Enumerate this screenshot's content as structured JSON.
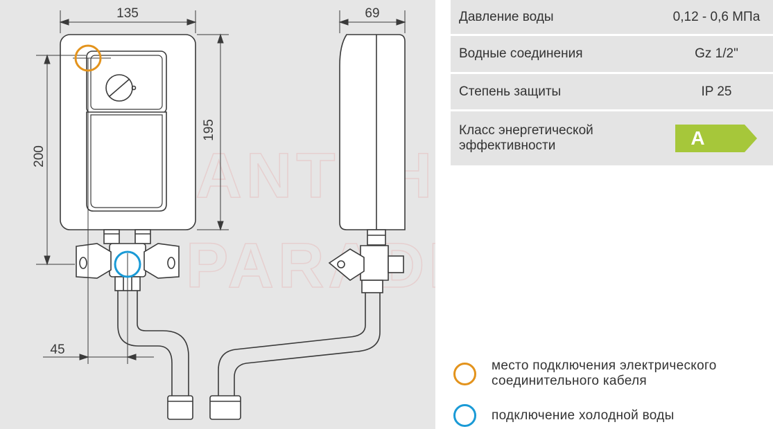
{
  "dimensions": {
    "width_front": "135",
    "width_side": "69",
    "height_total": "200",
    "height_body": "195",
    "offset": "45"
  },
  "watermark": {
    "line1": "SANTEHNIKAS",
    "line2": "PARADIZE.LV"
  },
  "specs": [
    {
      "label": "Давление воды",
      "value": "0,12 - 0,6 МПа"
    },
    {
      "label": "Водные соединения",
      "value": "Gz 1/2\""
    },
    {
      "label": "Степень защиты",
      "value": "IP 25"
    },
    {
      "label": "Класс энергетической эффективности",
      "value": "A"
    }
  ],
  "legend": [
    {
      "text": "место подключения электрического соединительного кабеля",
      "color": "#e3931c"
    },
    {
      "text": "подключение холодной воды",
      "color": "#1a9ad6"
    }
  ],
  "colors": {
    "drawing_bg": "#e6e6e6",
    "table_bg": "#e4e4e4",
    "badge": "#a6c73a",
    "electric_ring": "#e3931c",
    "water_ring": "#1a9ad6"
  }
}
